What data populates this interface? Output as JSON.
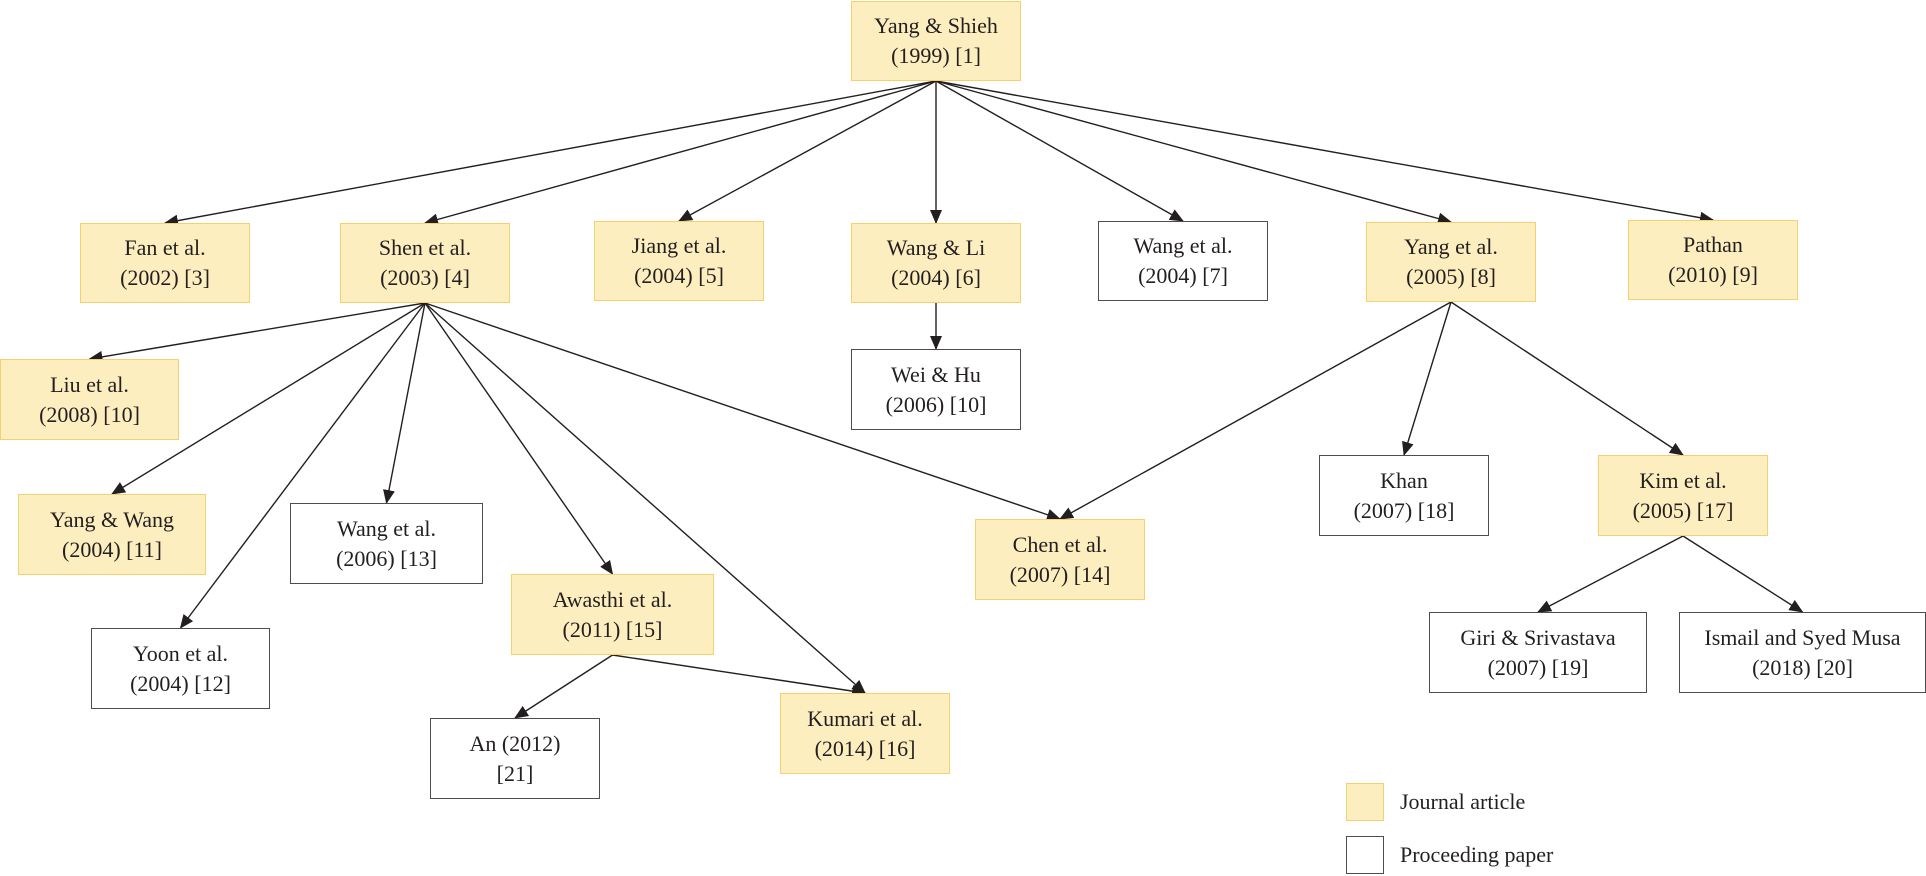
{
  "colors": {
    "journal_fill": "#fdeebf",
    "journal_border": "#f6d06e",
    "proceeding_fill": "#ffffff",
    "proceeding_border": "#4d4d4d",
    "edge": "#231f20"
  },
  "nodes": {
    "n1": {
      "line1": "Yang & Shieh",
      "line2": "(1999) [1]",
      "type": "journal"
    },
    "n3": {
      "line1": "Fan et al.",
      "line2": "(2002) [3]",
      "type": "journal"
    },
    "n4": {
      "line1": "Shen et al.",
      "line2": "(2003) [4]",
      "type": "journal"
    },
    "n5": {
      "line1": "Jiang et al.",
      "line2": "(2004) [5]",
      "type": "journal"
    },
    "n6": {
      "line1": "Wang & Li",
      "line2": "(2004) [6]",
      "type": "journal"
    },
    "n7": {
      "line1": "Wang et al.",
      "line2": "(2004) [7]",
      "type": "proceeding"
    },
    "n8": {
      "line1": "Yang et al.",
      "line2": "(2005) [8]",
      "type": "journal"
    },
    "n9": {
      "line1": "Pathan",
      "line2": "(2010) [9]",
      "type": "journal"
    },
    "n10a": {
      "line1": "Liu et al.",
      "line2": "(2008) [10]",
      "type": "journal"
    },
    "n10b": {
      "line1": "Wei & Hu",
      "line2": "(2006) [10]",
      "type": "proceeding"
    },
    "n11": {
      "line1": "Yang & Wang",
      "line2": "(2004) [11]",
      "type": "journal"
    },
    "n12": {
      "line1": "Yoon et al.",
      "line2": "(2004) [12]",
      "type": "proceeding"
    },
    "n13": {
      "line1": "Wang et al.",
      "line2": "(2006) [13]",
      "type": "proceeding"
    },
    "n14": {
      "line1": "Chen et al.",
      "line2": "(2007) [14]",
      "type": "journal"
    },
    "n15": {
      "line1": "Awasthi et al.",
      "line2": "(2011) [15]",
      "type": "journal"
    },
    "n16": {
      "line1": "Kumari et al.",
      "line2": "(2014) [16]",
      "type": "journal"
    },
    "n17": {
      "line1": "Kim et al.",
      "line2": "(2005) [17]",
      "type": "journal"
    },
    "n18": {
      "line1": "Khan",
      "line2": "(2007) [18]",
      "type": "proceeding"
    },
    "n19": {
      "line1": "Giri & Srivastava",
      "line2": "(2007) [19]",
      "type": "proceeding"
    },
    "n20": {
      "line1": "Ismail and Syed Musa",
      "line2": "(2018) [20]",
      "type": "proceeding"
    },
    "n21": {
      "line1": "An (2012)",
      "line2": "[21]",
      "type": "proceeding"
    }
  },
  "edges": [
    [
      "n1",
      "n3"
    ],
    [
      "n1",
      "n4"
    ],
    [
      "n1",
      "n5"
    ],
    [
      "n1",
      "n6"
    ],
    [
      "n1",
      "n7"
    ],
    [
      "n1",
      "n8"
    ],
    [
      "n1",
      "n9"
    ],
    [
      "n4",
      "n10a"
    ],
    [
      "n4",
      "n11"
    ],
    [
      "n4",
      "n12"
    ],
    [
      "n4",
      "n13"
    ],
    [
      "n4",
      "n15"
    ],
    [
      "n4",
      "n16"
    ],
    [
      "n4",
      "n14"
    ],
    [
      "n6",
      "n10b"
    ],
    [
      "n8",
      "n14"
    ],
    [
      "n8",
      "n18"
    ],
    [
      "n8",
      "n17"
    ],
    [
      "n15",
      "n21"
    ],
    [
      "n15",
      "n16"
    ],
    [
      "n17",
      "n19"
    ],
    [
      "n17",
      "n20"
    ]
  ],
  "legend": {
    "journal_label": "Journal article",
    "proceeding_label": "Proceeding paper"
  }
}
